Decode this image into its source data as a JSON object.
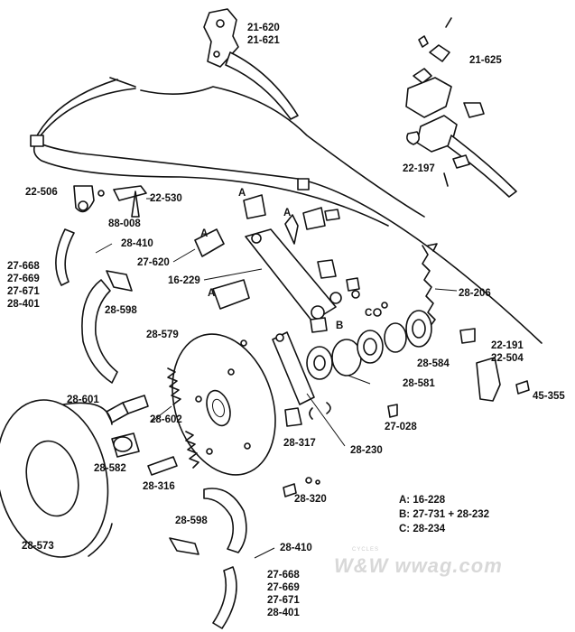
{
  "callouts": {
    "c21620": "21-620",
    "c21621": "21-621",
    "c21625": "21-625",
    "c22197": "22-197",
    "c22506": "22-506",
    "c22530": "22-530",
    "c88008": "88-008",
    "c28410a": "28-410",
    "c27620": "27-620",
    "c16229": "16-229",
    "c28206": "28-206",
    "c28598a": "28-598",
    "c28579": "28-579",
    "c22191": "22-191",
    "c22504": "22-504",
    "c28584": "28-584",
    "c28581": "28-581",
    "c45355": "45-355",
    "c28601": "28-601",
    "c28602": "28-602",
    "c27028": "27-028",
    "c28317": "28-317",
    "c28230": "28-230",
    "c28582": "28-582",
    "c28316": "28-316",
    "c28320": "28-320",
    "c28598b": "28-598",
    "c28573": "28-573",
    "c28410b": "28-410"
  },
  "letters": {
    "a1": "A",
    "a2": "A",
    "a3": "A",
    "a4": "A",
    "b1": "B",
    "c1": "C"
  },
  "shoe_group_left": [
    "27-668",
    "27-669",
    "27-671",
    "28-401"
  ],
  "shoe_group_bottom": [
    "27-668",
    "27-669",
    "27-671",
    "28-401"
  ],
  "legend": {
    "a": "A: 16-228",
    "b": "B: 27-731 + 28-232",
    "c": "C: 28-234"
  },
  "watermark": {
    "brand": "W&W  wwag.com",
    "sub": "CYCLES"
  }
}
